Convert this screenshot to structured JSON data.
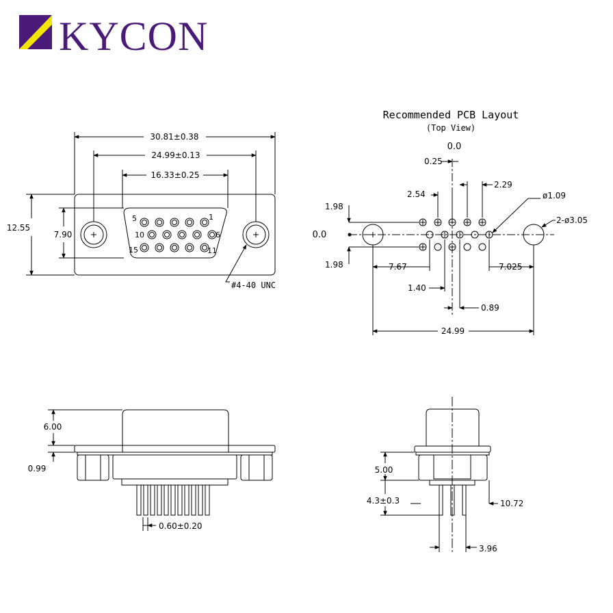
{
  "logo": {
    "text": "KYCON",
    "purple": "#4a1a78",
    "yellow": "#f2e600"
  },
  "front_view": {
    "overall_width": "30.81±0.38",
    "mounting_spacing": "24.99±0.13",
    "shell_width": "16.33±0.25",
    "overall_height": "12.55",
    "shell_height": "7.90",
    "pin_labels": {
      "p1": "1",
      "p5": "5",
      "p6": "6",
      "p10": "10",
      "p11": "11",
      "p15": "15"
    },
    "thread_note": "#4-40 UNC"
  },
  "pcb_layout": {
    "title": "Recommended PCB Layout",
    "subtitle": "(Top View)",
    "origin_x": "0.0",
    "origin_y": "0.0",
    "d_025": "0.25",
    "d_254": "2.54",
    "d_229": "2.29",
    "hole_dia": "ø1.09",
    "mount_hole": "2-ø3.05",
    "row_top": "1.98",
    "row_bottom": "1.98",
    "d_767": "7.67",
    "d_7025": "7.025",
    "d_140": "1.40",
    "d_089": "0.89",
    "mount_spacing": "24.99"
  },
  "side_view": {
    "shell_height": "6.00",
    "flange": "0.99",
    "pin_pitch": "0.60±0.20"
  },
  "end_view": {
    "height": "5.00",
    "tail": "4.3±0.3",
    "depth": "10.72",
    "row_spacing": "3.96"
  }
}
